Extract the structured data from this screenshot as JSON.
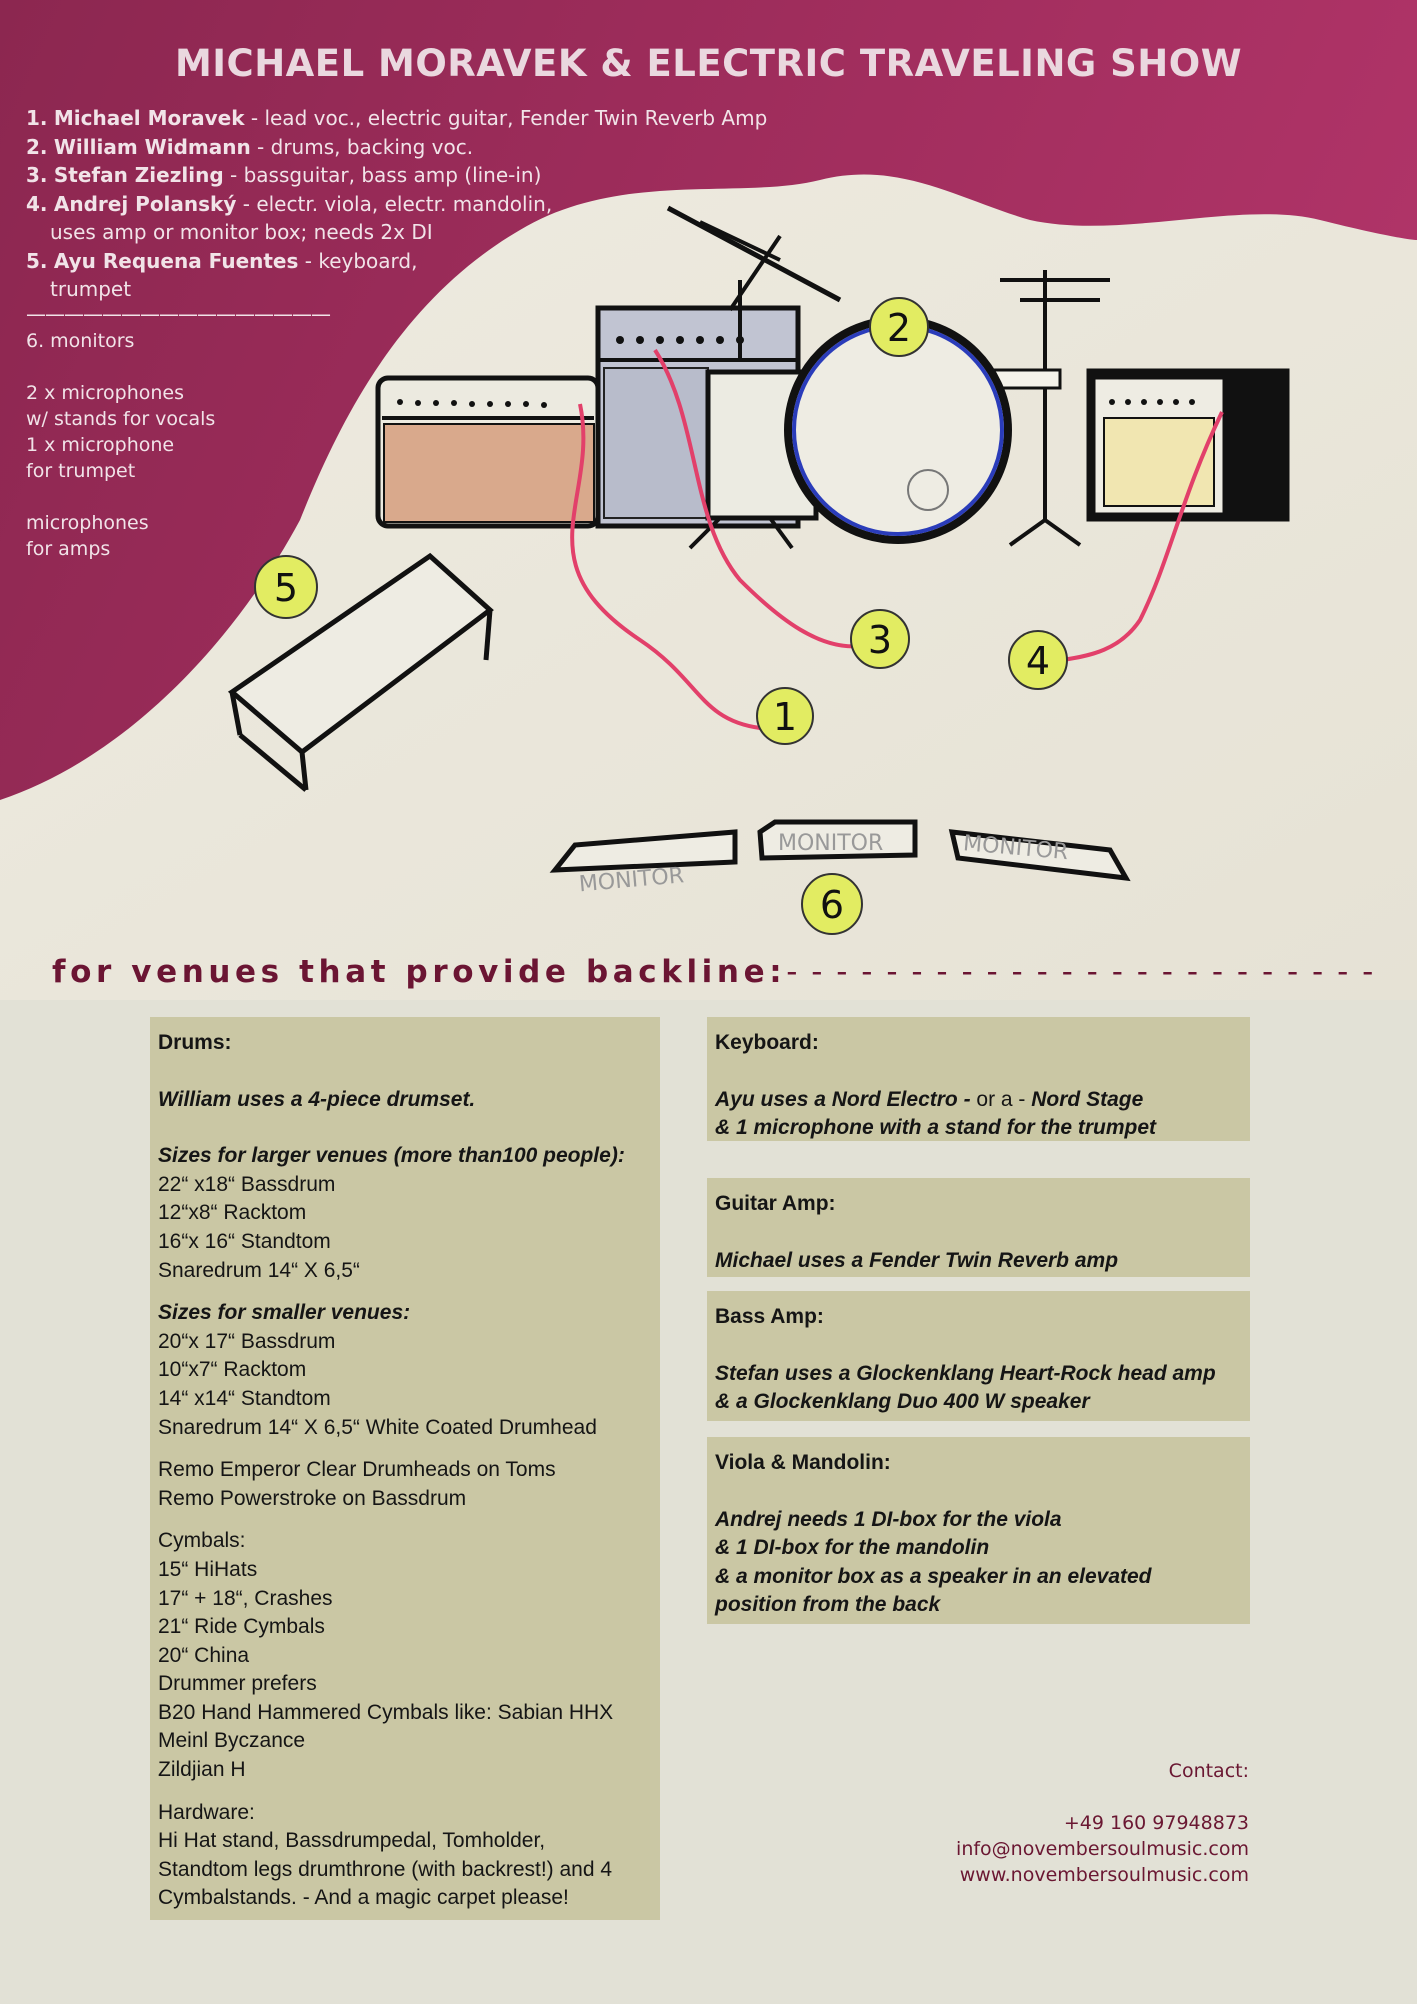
{
  "title": "MICHAEL MORAVEK & ELECTRIC TRAVELING SHOW",
  "band": [
    {
      "num": "1.",
      "name": "Michael Moravek",
      "role": " - lead voc., electric guitar, Fender Twin Reverb Amp",
      "cont": ""
    },
    {
      "num": "2.",
      "name": "William Widmann",
      "role": " - drums, backing voc.",
      "cont": ""
    },
    {
      "num": "3.",
      "name": "Stefan Ziezling",
      "role": " - bassguitar, bass amp (line-in)",
      "cont": ""
    },
    {
      "num": "4.",
      "name": "Andrej Polanský",
      "role": " - electr. viola, electr. mandolin,",
      "cont": "uses amp or monitor box; needs 2x DI"
    },
    {
      "num": "5.",
      "name": "Ayu Requena Fuentes",
      "role": " - keyboard,",
      "cont": "trumpet"
    }
  ],
  "rule": "————————————————",
  "extras": {
    "monitors": "6.  monitors",
    "mic1a": "2 x microphones",
    "mic1b": "w/ stands for vocals",
    "mic2a": "1 x microphone",
    "mic2b": "for trumpet",
    "mic3a": "microphones",
    "mic3b": "for amps"
  },
  "diagram": {
    "markers": [
      "1",
      "2",
      "3",
      "4",
      "5",
      "6"
    ],
    "monitor_label": "MONITOR",
    "colors": {
      "marker_fill": "#e2ec62",
      "cable": "#e2406a",
      "bass_drum_ring": "#2a3cba",
      "amp_brown": "#d9a98c",
      "amp_yellow": "#f1e6b1",
      "amp_grey": "#b8bccb"
    }
  },
  "backline": {
    "label": "for venues that provide backline:",
    "dashes": "- - - - - - - - - - - - - - - - - - - - - - - - - - - - - - - - - - - -"
  },
  "drums": {
    "heading": "Drums:",
    "intro": "William uses a 4-piece drumset.",
    "large_heading": "Sizes for larger venues (more than100 people):",
    "large": [
      "22“ x18“ Bassdrum",
      "12“x8“ Racktom",
      "16“x 16“ Standtom",
      "Snaredrum 14“ X 6,5“"
    ],
    "small_heading": "Sizes for smaller venues:",
    "small": [
      "20“x 17“ Bassdrum",
      "10“x7“ Racktom",
      "14“ x14“ Standtom",
      "Snaredrum 14“ X 6,5“ White Coated Drumhead"
    ],
    "heads": [
      "Remo Emperor Clear Drumheads on Toms",
      "Remo Powerstroke on Bassdrum"
    ],
    "cymbals": [
      "Cymbals:",
      "15“ HiHats",
      "17“ + 18“, Crashes",
      "21“ Ride Cymbals",
      "20“ China",
      "Drummer prefers",
      "B20 Hand Hammered Cymbals like: Sabian HHX",
      "Meinl Byczance",
      "Zildjian H"
    ],
    "hardware": [
      "Hardware:",
      "Hi Hat stand, Bassdrumpedal, Tomholder,",
      "Standtom legs drumthrone (with backrest!) and 4",
      "Cymbalstands.  -   And a magic carpet please!"
    ]
  },
  "keyboard": {
    "heading": "Keyboard:",
    "l1a": "Ayu uses a Nord Electro -",
    "l1b": " or a - ",
    "l1c": "Nord Stage",
    "l2": "& 1 microphone  with a stand for the trumpet"
  },
  "guitar": {
    "heading": "Guitar Amp:",
    "text": "Michael uses a Fender Twin Reverb amp"
  },
  "bass": {
    "heading": "Bass Amp:",
    "l1": "Stefan uses a Glockenklang Heart-Rock head amp",
    "l2": "& a Glockenklang Duo 400 W speaker"
  },
  "viola": {
    "heading": "Viola & Mandolin:",
    "lines": [
      "Andrej needs 1 DI-box for the viola",
      "& 1 DI-box for the mandolin",
      "& a monitor box as a speaker in an elevated",
      "position from the back"
    ]
  },
  "contact": {
    "label": "Contact:",
    "phone": "+49 160 97948873",
    "email": "info@novembersoulmusic.com",
    "web": "www.novembersoulmusic.com"
  }
}
